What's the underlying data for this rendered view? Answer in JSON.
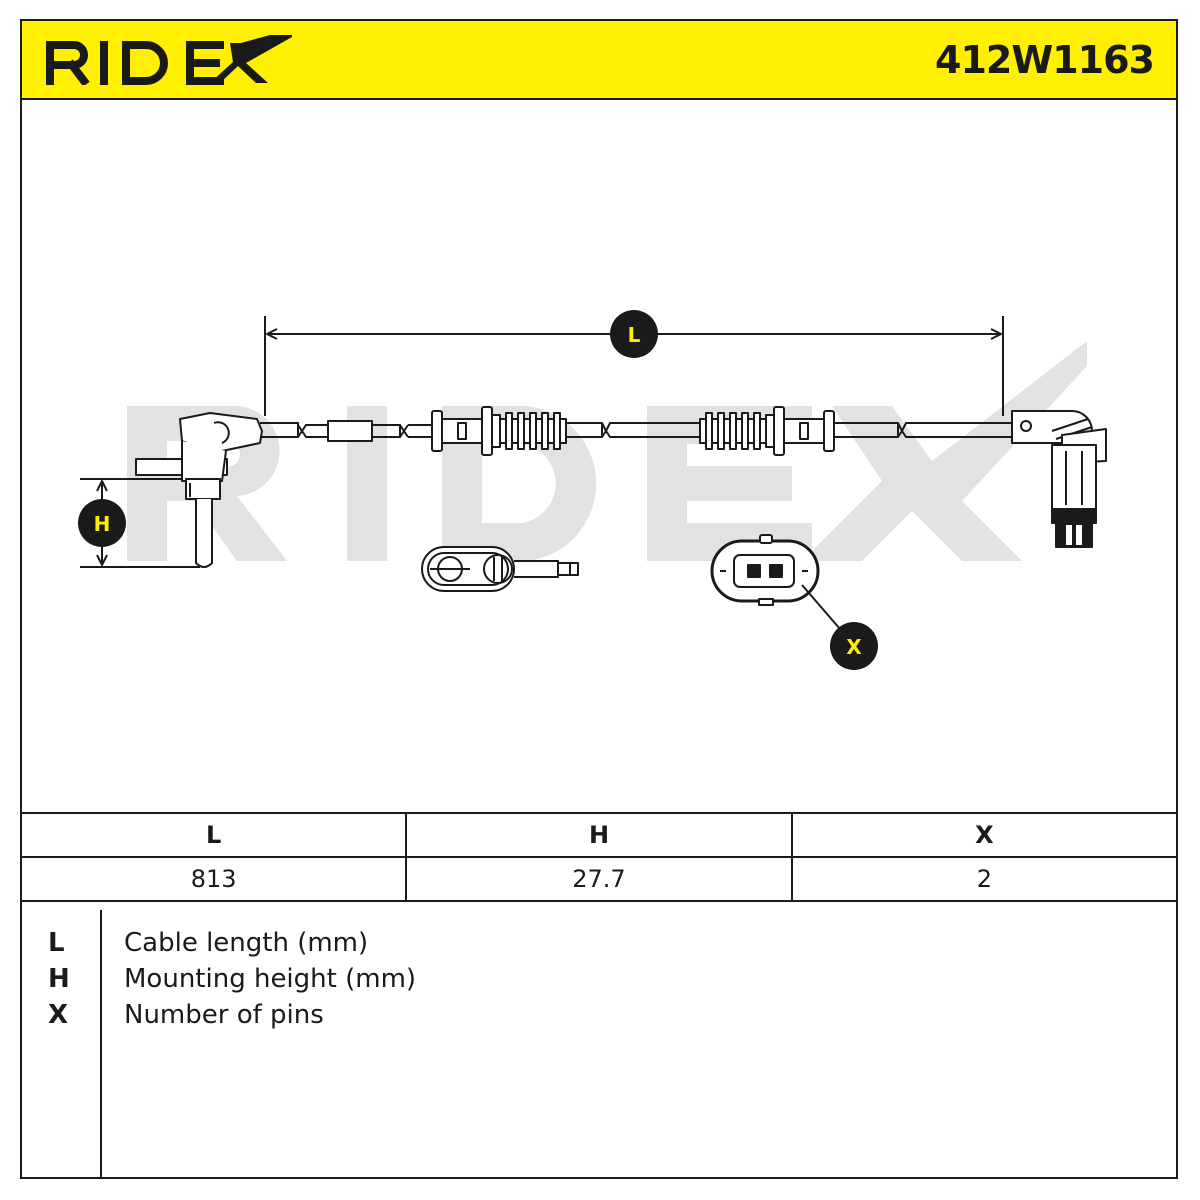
{
  "brand": {
    "name": "RIDEX",
    "accent_color": "#ffef00",
    "ink_color": "#1a1a1a",
    "watermark_color": "#e2e2e2"
  },
  "part_number": "412W1163",
  "diagram": {
    "callouts": {
      "length": "L",
      "height": "H",
      "pins": "X"
    }
  },
  "spec_table": {
    "headers": [
      "L",
      "H",
      "X"
    ],
    "values": [
      "813",
      "27.7",
      "2"
    ]
  },
  "legend": [
    {
      "key": "L",
      "description": "Cable length (mm)"
    },
    {
      "key": "H",
      "description": "Mounting height (mm)"
    },
    {
      "key": "X",
      "description": "Number of pins"
    }
  ]
}
